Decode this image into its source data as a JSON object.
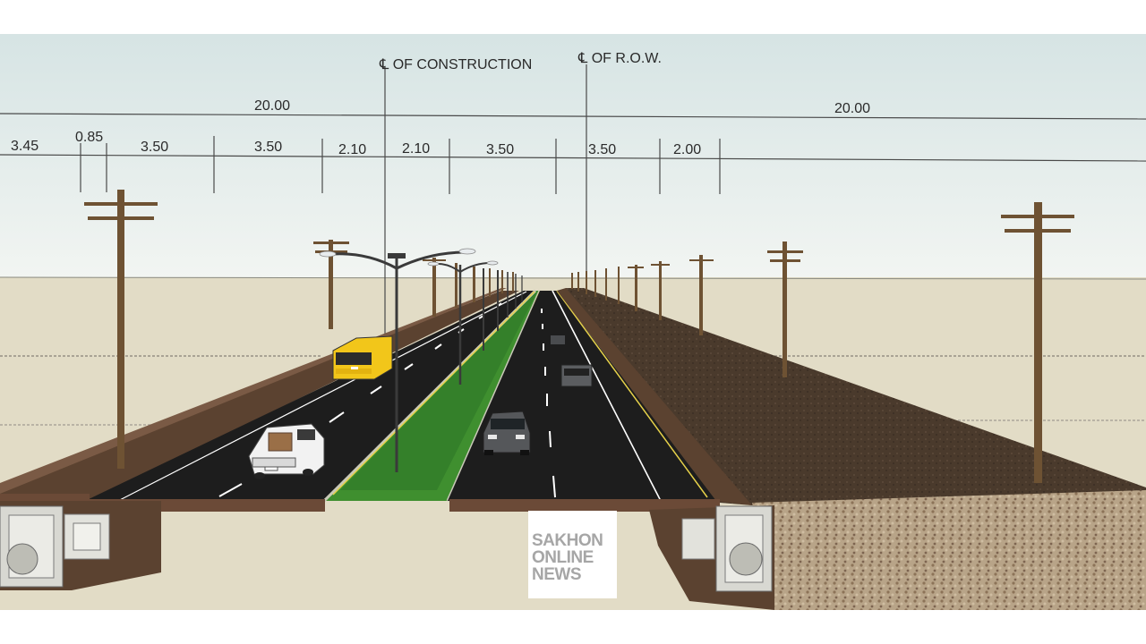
{
  "annotations": {
    "centerline_construction": "℄ OF CONSTRUCTION",
    "centerline_row": "℄ OF R.O.W.",
    "half_width_left": "20.00",
    "half_width_right": "20.00",
    "segments": [
      "3.45",
      "0.85",
      "3.50",
      "3.50",
      "2.10",
      "2.10",
      "3.50",
      "3.50",
      "2.00"
    ]
  },
  "watermark": {
    "line1": "SAKHON",
    "line2": "ONLINE",
    "line3": "NEWS"
  },
  "colors": {
    "sky_top": "#d9e6e6",
    "sky_bottom": "#f1f5f2",
    "ground": "#e2dcc6",
    "asphalt": "#1d1d1d",
    "median_grass": "#3f8f2f",
    "earth_fill": "#4a3a2c",
    "road_edge": "#6b4a37",
    "pole": "#6e5233",
    "bus": "#f2c61a"
  }
}
